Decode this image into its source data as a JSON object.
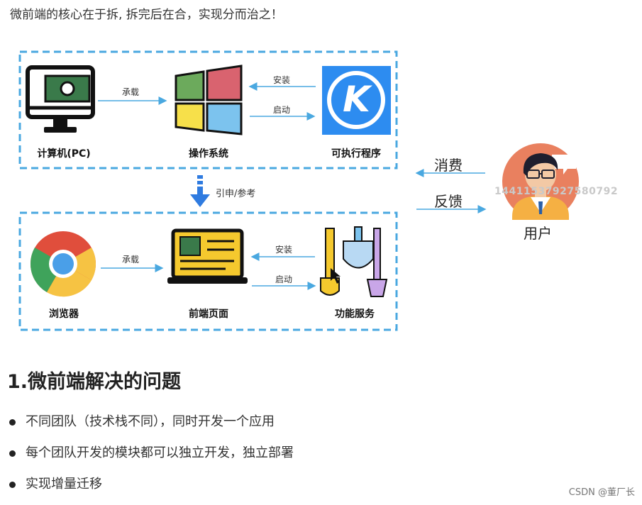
{
  "intro": "微前端的核心在于拆, 拆完后在合，实现分而治之！",
  "top_row": {
    "computer_label": "计算机(PC)",
    "os_label": "操作系统",
    "exe_label": "可执行程序",
    "arrow_carry": "承载",
    "arrow_install": "安装",
    "arrow_launch": "启动",
    "exe_letter": "K"
  },
  "middle_arrow_label": "引申/参考",
  "bottom_row": {
    "browser_label": "浏览器",
    "frontend_label": "前端页面",
    "service_label": "功能服务",
    "arrow_carry": "承载",
    "arrow_install": "安装",
    "arrow_launch": "启动"
  },
  "side": {
    "consume": "消费",
    "feedback": "反馈",
    "user": "用户"
  },
  "watermark": "14411537927580792",
  "heading": "1.微前端解决的问题",
  "bullets": [
    "不同团队（技术栈不同），同时开发一个应用",
    "每个团队开发的模块都可以独立开发，独立部署",
    "实现增量迁移"
  ],
  "credit": "CSDN @董厂长",
  "colors": {
    "dash_border": "#4aa8e0",
    "arrow": "#4aa8e0",
    "big_arrow": "#2f7be0",
    "k_bg": "#2d8cf0",
    "screen_yellow": "#f5c92e",
    "avatar_bg": "#e9805f"
  }
}
